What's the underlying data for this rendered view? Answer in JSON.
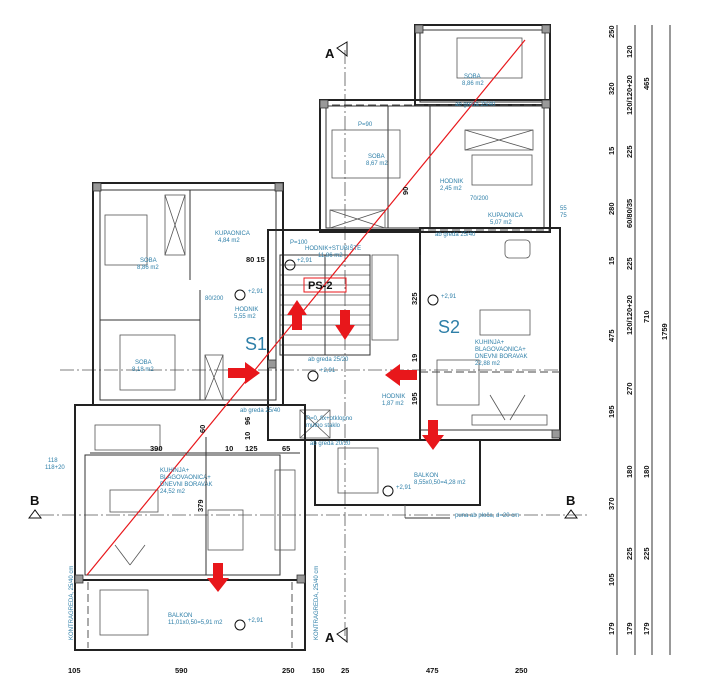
{
  "plan": {
    "accent_red": "#e8171b",
    "label_blue": "#2e7fa8",
    "section_a": "A",
    "section_b": "B",
    "stair_core": "PS-2",
    "unit_1": "S1",
    "unit_2": "S2",
    "rooms": {
      "soba_top": {
        "name": "SOBA",
        "area": "8,86 m2"
      },
      "soba_mid": {
        "name": "SOBA",
        "area": "8,67 m2"
      },
      "hodnik_s2": {
        "name": "HODNIK",
        "area": "2,45 m2"
      },
      "kupaonica_s2": {
        "name": "KUPAONICA",
        "area": "5,07 m2"
      },
      "soba_left_top": {
        "name": "SOBA",
        "area": "8,86 m2"
      },
      "kupaonica_s1": {
        "name": "KUPAONICA",
        "area": "4,84 m2"
      },
      "hodnik_stubiste": {
        "name": "HODNIK+STUBIŠTE",
        "area": "11,86 m2"
      },
      "hodnik_s1": {
        "name": "HODNIK",
        "area": "5,55 m2"
      },
      "soba_left_bottom": {
        "name": "SOBA",
        "area": "8,18 m2"
      },
      "kuhinja_s2": {
        "l1": "KUHINJA+",
        "l2": "BLAGOVAONICA+",
        "l3": "DNEVNI BORAVAK",
        "area": "22,88 m2"
      },
      "hodnik_small": {
        "name": "HODNIK",
        "area": "1,87 m2"
      },
      "kuhinja_s1": {
        "l1": "KUHINJA+",
        "l2": "BLAGOVAONICA+",
        "l3": "DNEVNI BORAVAK",
        "area": "24,52 m2"
      },
      "balkon_s2": {
        "name": "BALKON",
        "area": "8,55x0,50=4,28 m2"
      },
      "balkon_s1": {
        "name": "BALKON",
        "area": "11,01x0,50=5,91 m2"
      }
    },
    "notes": {
      "greda_2540_top": "ab greda 25/40",
      "greda_2540_mid": "ab greda 25/40",
      "greda_2520": "ab greda 25/20",
      "greda_2540_left": "ab greda 25/40",
      "greda_2020": "ab greda 20/20",
      "window_note_1": "P=0, fix+otklopno",
      "window_note_2": "mutno staklo",
      "slab": "puna ab ploča, d=20 cm",
      "kontragreda_left": "KONTRAGREDA, 25/40 cm",
      "kontragreda_right": "KONTRAGREDA, 25/40 cm",
      "p90": "P=90",
      "p100": "P=100"
    },
    "elevations": [
      "+2,91",
      "+2,91",
      "+2,91",
      "+2,91",
      "+2,91",
      "+2,91"
    ],
    "inner_dims": {
      "d390": "390",
      "d10": "10",
      "d125": "125",
      "d65": "65",
      "d379": "379",
      "d60": "60",
      "d96": "96",
      "d10b": "10",
      "d325": "325",
      "d19": "19",
      "d195": "195",
      "d80_15": "80 15",
      "d90": "90",
      "d80_200": "80/200",
      "d70_200": "70/200",
      "win118": "118",
      "win118b": "118+20",
      "win55": "55",
      "win75": "75"
    },
    "right_dims": {
      "col1": [
        "250",
        "320",
        "15",
        "280",
        "15",
        "475",
        "195",
        "370",
        "105",
        "179"
      ],
      "col2": [
        "120",
        "120/120+20",
        "225",
        "60/80/35",
        "225",
        "120/120+20",
        "270",
        "180",
        "225",
        "179"
      ],
      "col3": [
        "465",
        "710",
        "180",
        "225",
        "179"
      ],
      "col4": [
        "1759"
      ]
    },
    "bottom_dims": [
      "105",
      "590",
      "250",
      "150",
      "25",
      "475",
      "250"
    ]
  }
}
